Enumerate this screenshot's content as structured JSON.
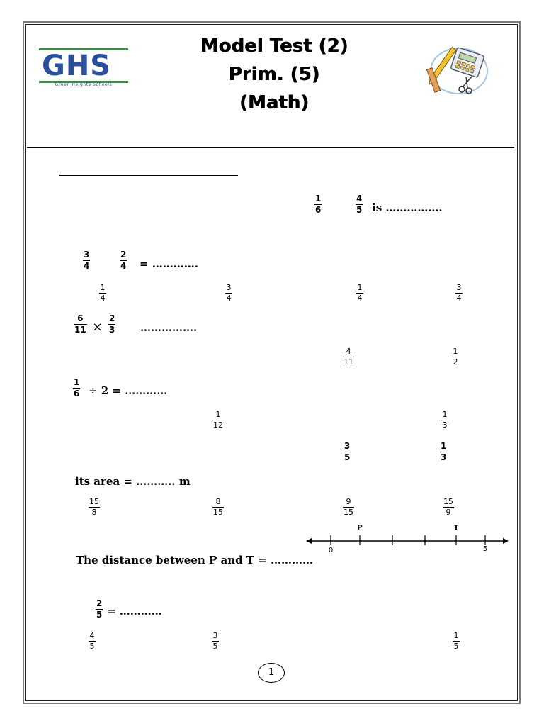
{
  "header": {
    "title_line1": "Model Test (2)",
    "title_line2": "Prim. (5)",
    "title_line3": "(Math)",
    "logo_text": "GHS",
    "logo_subtitle": "Green Heights Schools",
    "clipart_icon": "school-supplies-icon"
  },
  "q1": {
    "frac_a": {
      "n": "1",
      "d": "6"
    },
    "frac_b": {
      "n": "4",
      "d": "5"
    },
    "tail": "is ……………."
  },
  "q2": {
    "frac_a": {
      "n": "3",
      "d": "4"
    },
    "frac_b": {
      "n": "2",
      "d": "4"
    },
    "tail": "= ………….",
    "choices": [
      {
        "n": "1",
        "d": "4"
      },
      {
        "n": "3",
        "d": "4"
      },
      {
        "n": "1",
        "d": "4"
      },
      {
        "n": "3",
        "d": "4"
      }
    ]
  },
  "q3": {
    "frac_a": {
      "n": "6",
      "d": "11"
    },
    "op": "×",
    "frac_b": {
      "n": "2",
      "d": "3"
    },
    "tail": "…………….",
    "choices": [
      {
        "n": "4",
        "d": "11"
      },
      {
        "n": "1",
        "d": "2"
      }
    ]
  },
  "q4": {
    "frac_a": {
      "n": "1",
      "d": "6"
    },
    "tail": "÷ 2 = …………",
    "choices": [
      {
        "n": "1",
        "d": "12"
      },
      {
        "n": "1",
        "d": "3"
      }
    ]
  },
  "q5": {
    "given": [
      {
        "n": "3",
        "d": "5"
      },
      {
        "n": "1",
        "d": "3"
      }
    ],
    "text": "its area = ……….. m",
    "choices": [
      {
        "n": "15",
        "d": "8"
      },
      {
        "n": "8",
        "d": "15"
      },
      {
        "n": "9",
        "d": "15"
      },
      {
        "n": "15",
        "d": "9"
      }
    ]
  },
  "q6": {
    "text": "The distance between P and T = …………",
    "number_line": {
      "label_start": "0",
      "label_end": "5",
      "point_p": "P",
      "point_t": "T"
    }
  },
  "q7": {
    "frac_a": {
      "n": "2",
      "d": "5"
    },
    "tail": "= …………",
    "choices": [
      {
        "n": "4",
        "d": "5"
      },
      {
        "n": "3",
        "d": "5"
      },
      {
        "n": "1",
        "d": "5"
      }
    ]
  },
  "footer": {
    "page_number": "1"
  }
}
